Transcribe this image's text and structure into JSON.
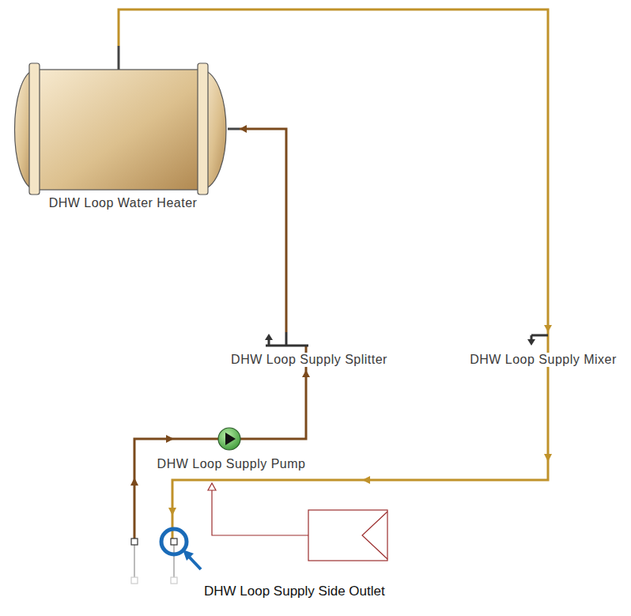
{
  "diagram": {
    "nodes": [
      {
        "text": [
          "DHW Loop Water Heater"
        ]
      },
      {
        "text": [
          "DHW Loop Supply Splitter"
        ]
      },
      {
        "text": [
          "DHW Loop Supply Mixer"
        ]
      },
      {
        "text": [
          "DHW Loop Supply Pump"
        ]
      }
    ],
    "edges": [
      {
        "from": 3,
        "to": 1,
        "arrow": "to"
      },
      {
        "from": 1,
        "to": 0,
        "arrow": "to"
      },
      {
        "from": 0,
        "to": 2,
        "arrow": "to"
      }
    ],
    "labels": [
      "DHW Loop Supply Side Outlet"
    ]
  }
}
